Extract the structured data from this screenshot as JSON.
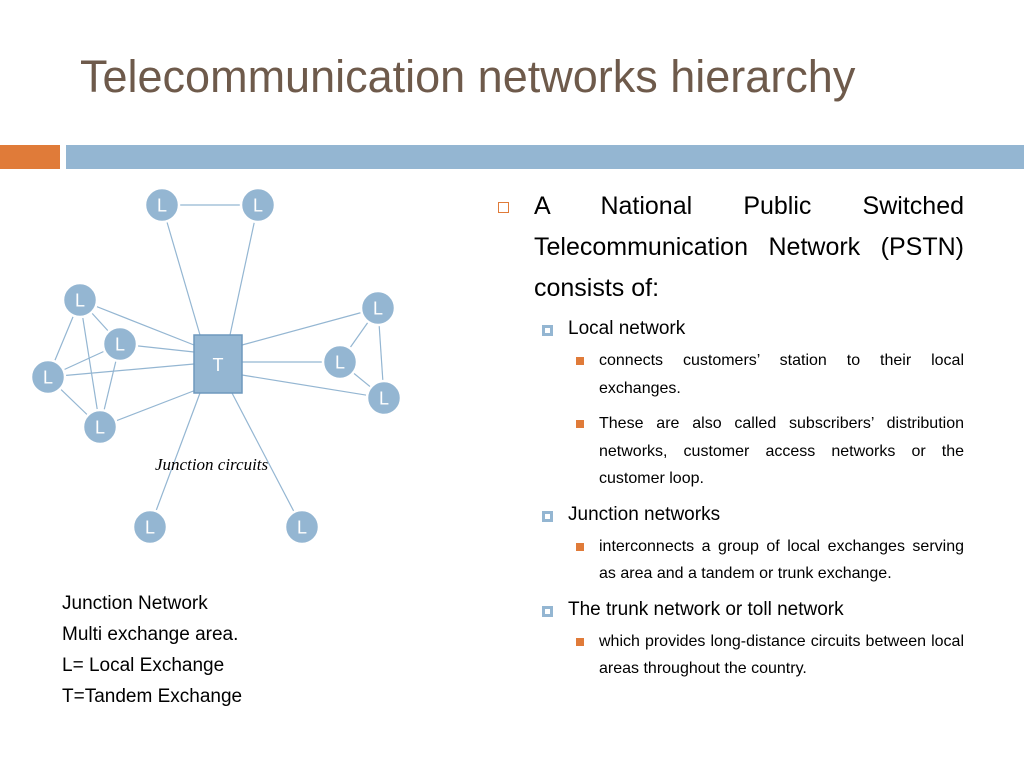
{
  "slide": {
    "title": "Telecommunication networks hierarchy",
    "accent_orange": "#e07b39",
    "accent_blue": "#94b6d2",
    "title_color": "#6e5a4b"
  },
  "diagram": {
    "node_label_local": "L",
    "node_label_tandem": "T",
    "junction_label": "Junction circuits"
  },
  "legend": {
    "lines": [
      "Junction Network",
      "Multi exchange area.",
      "L= Local Exchange",
      "T=Tandem Exchange"
    ]
  },
  "content": {
    "main_bullet": "A National Public Switched Telecommunication Network (PSTN) consists of:",
    "sections": [
      {
        "heading": "Local network",
        "points": [
          "connects customers’ station to their local exchanges.",
          "These are also called subscribers’ distribution networks, customer access networks or the customer loop."
        ]
      },
      {
        "heading": "Junction networks",
        "points": [
          "interconnects a group of local exchanges serving as area and a tandem or trunk exchange."
        ]
      },
      {
        "heading": "The trunk network or toll network",
        "points": [
          "which provides long-distance circuits between local areas throughout the country."
        ]
      }
    ]
  }
}
